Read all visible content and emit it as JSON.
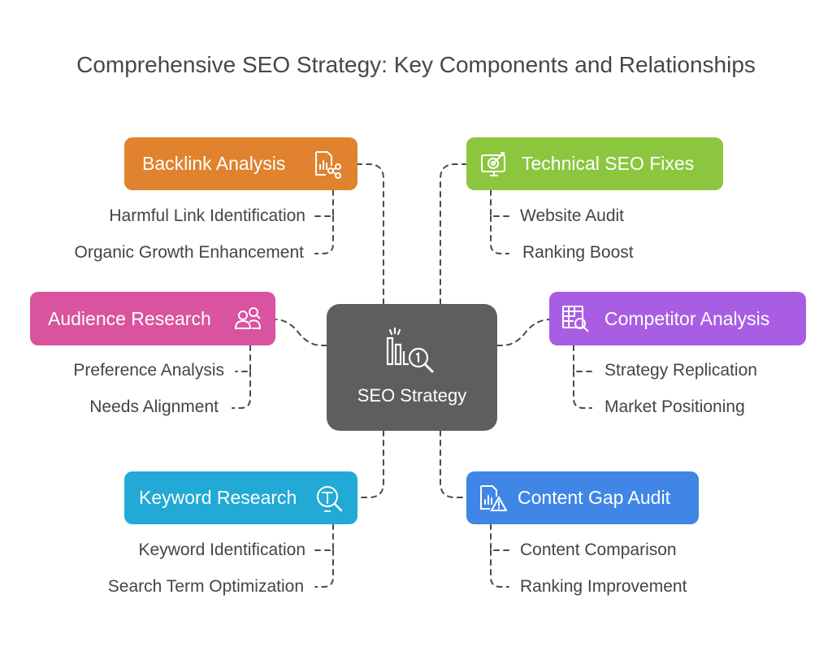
{
  "title": "Comprehensive SEO Strategy: Key Components and Relationships",
  "center": {
    "label": "SEO Strategy",
    "icon": "bar-chart-magnifier-icon"
  },
  "nodes": {
    "backlink": {
      "label": "Backlink Analysis",
      "color": "#e0822e",
      "icon": "document-share-icon",
      "subs": [
        "Harmful Link Identification",
        "Organic Growth Enhancement"
      ]
    },
    "technical": {
      "label": "Technical SEO Fixes",
      "color": "#8cc63f",
      "icon": "monitor-target-icon",
      "subs": [
        "Website Audit",
        "Ranking Boost"
      ]
    },
    "audience": {
      "label": "Audience Research",
      "color": "#d9539f",
      "icon": "people-search-icon",
      "subs": [
        "Preference Analysis",
        "Needs Alignment"
      ]
    },
    "competitor": {
      "label": "Competitor Analysis",
      "color": "#a95de3",
      "icon": "table-magnifier-icon",
      "subs": [
        "Strategy Replication",
        "Market Positioning"
      ]
    },
    "keyword": {
      "label": "Keyword Research",
      "color": "#22a9d6",
      "icon": "text-search-icon",
      "subs": [
        "Keyword Identification",
        "Search Term Optimization"
      ]
    },
    "contentgap": {
      "label": "Content Gap Audit",
      "color": "#3f86e6",
      "icon": "document-warning-icon",
      "subs": [
        "Content Comparison",
        "Ranking Improvement"
      ]
    }
  }
}
